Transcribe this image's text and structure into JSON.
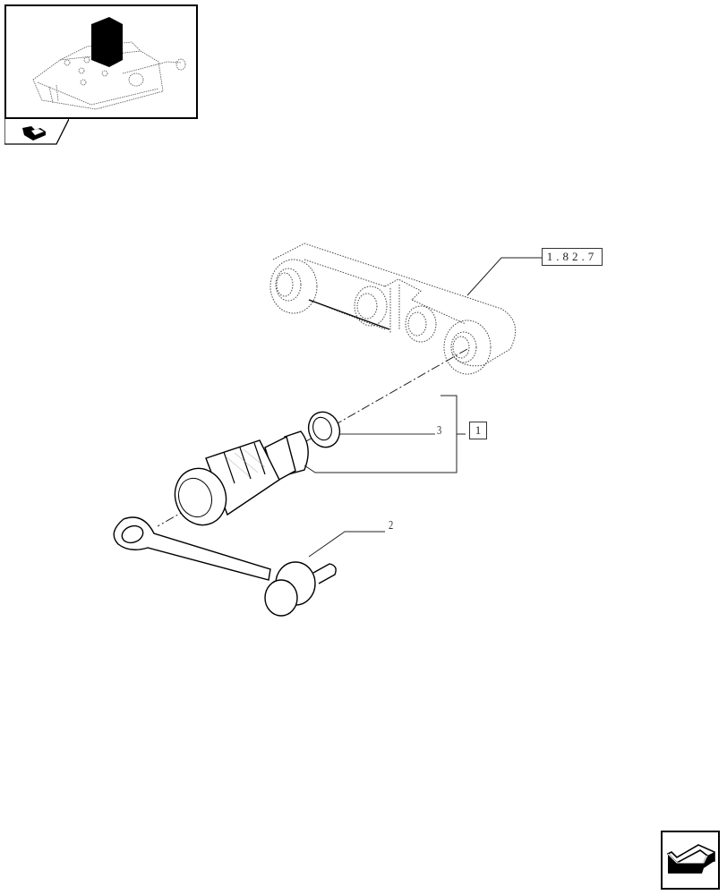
{
  "thumbnail": {
    "description": "Hydraulic lift cover assembly overview with highlighted section",
    "highlight_color": "#000000"
  },
  "section_tab": {
    "icon": "section-arrow-icon"
  },
  "callouts": {
    "ref_link": "1.82.7",
    "kit_box": "1",
    "part_3": "3",
    "part_2": "2"
  },
  "nav": {
    "next_icon": "next-page-arrow-icon"
  },
  "colors": {
    "line": "#000000",
    "dotted": "#444444",
    "background": "#ffffff"
  }
}
